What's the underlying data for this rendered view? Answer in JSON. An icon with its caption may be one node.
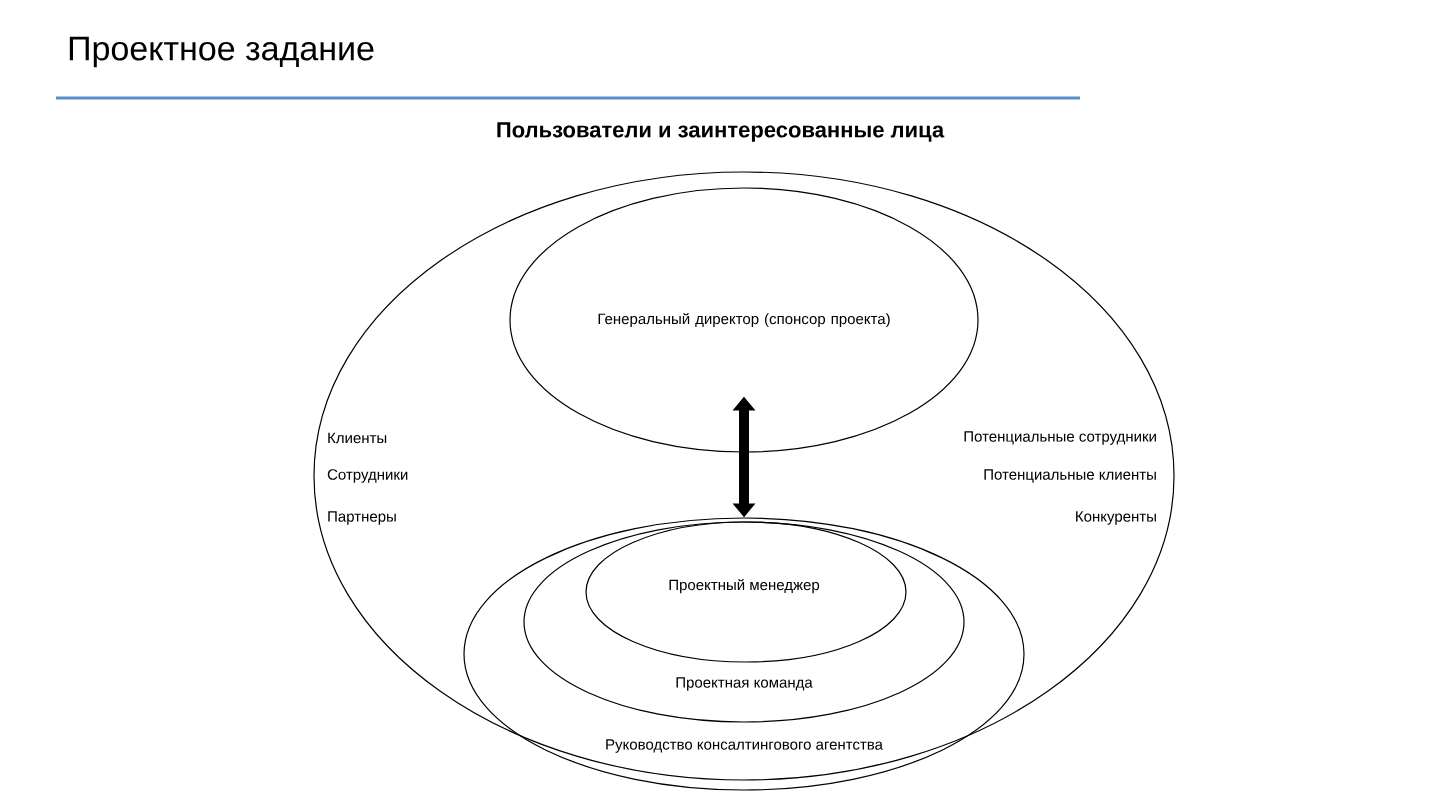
{
  "diagram": {
    "title": "Проектное задание",
    "nodes": [
      {
        "text": [
          "Клиенты",
          "Сотрудники",
          "Партнеры",
          "Потенциальные сотрудники",
          "Потенциальные клиенты",
          "Конкуренты"
        ]
      },
      {
        "text": [
          "Генеральный директор (спонсор проекта)"
        ],
        "in": 0
      },
      {
        "text": [
          "Руководство консалтингового агентства"
        ],
        "in": 0
      },
      {
        "text": [
          "Проектная команда"
        ],
        "in": 2
      },
      {
        "text": [
          "Проектный менеджер"
        ],
        "in": 3
      }
    ],
    "edges": [
      {
        "from": 1,
        "to": 2,
        "arrow": "both"
      }
    ],
    "labels": [
      "Пользователи и заинтересованные лица"
    ]
  }
}
